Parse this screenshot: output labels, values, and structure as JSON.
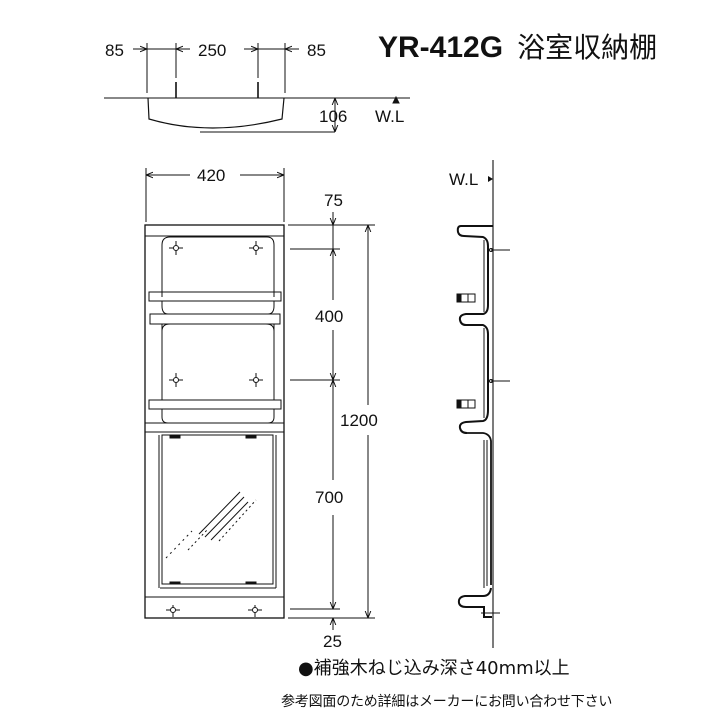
{
  "title": {
    "model": "YR-412G",
    "product_name": "浴室収納棚"
  },
  "top_view": {
    "dim_left": "85",
    "dim_center": "250",
    "dim_right": "85",
    "depth": "106",
    "wl_label": "W.L"
  },
  "front_view": {
    "width": "420",
    "top_offset": "75",
    "shelf_spacing": "400",
    "total_height": "1200",
    "mirror_height": "700",
    "bottom_offset": "25"
  },
  "side_view": {
    "wl_label": "W.L"
  },
  "notes": {
    "screw_depth": "●補強木ねじ込み深さ40mm以上",
    "disclaimer": "参考図面のため詳細はメーカーにお問い合わせ下さい"
  }
}
